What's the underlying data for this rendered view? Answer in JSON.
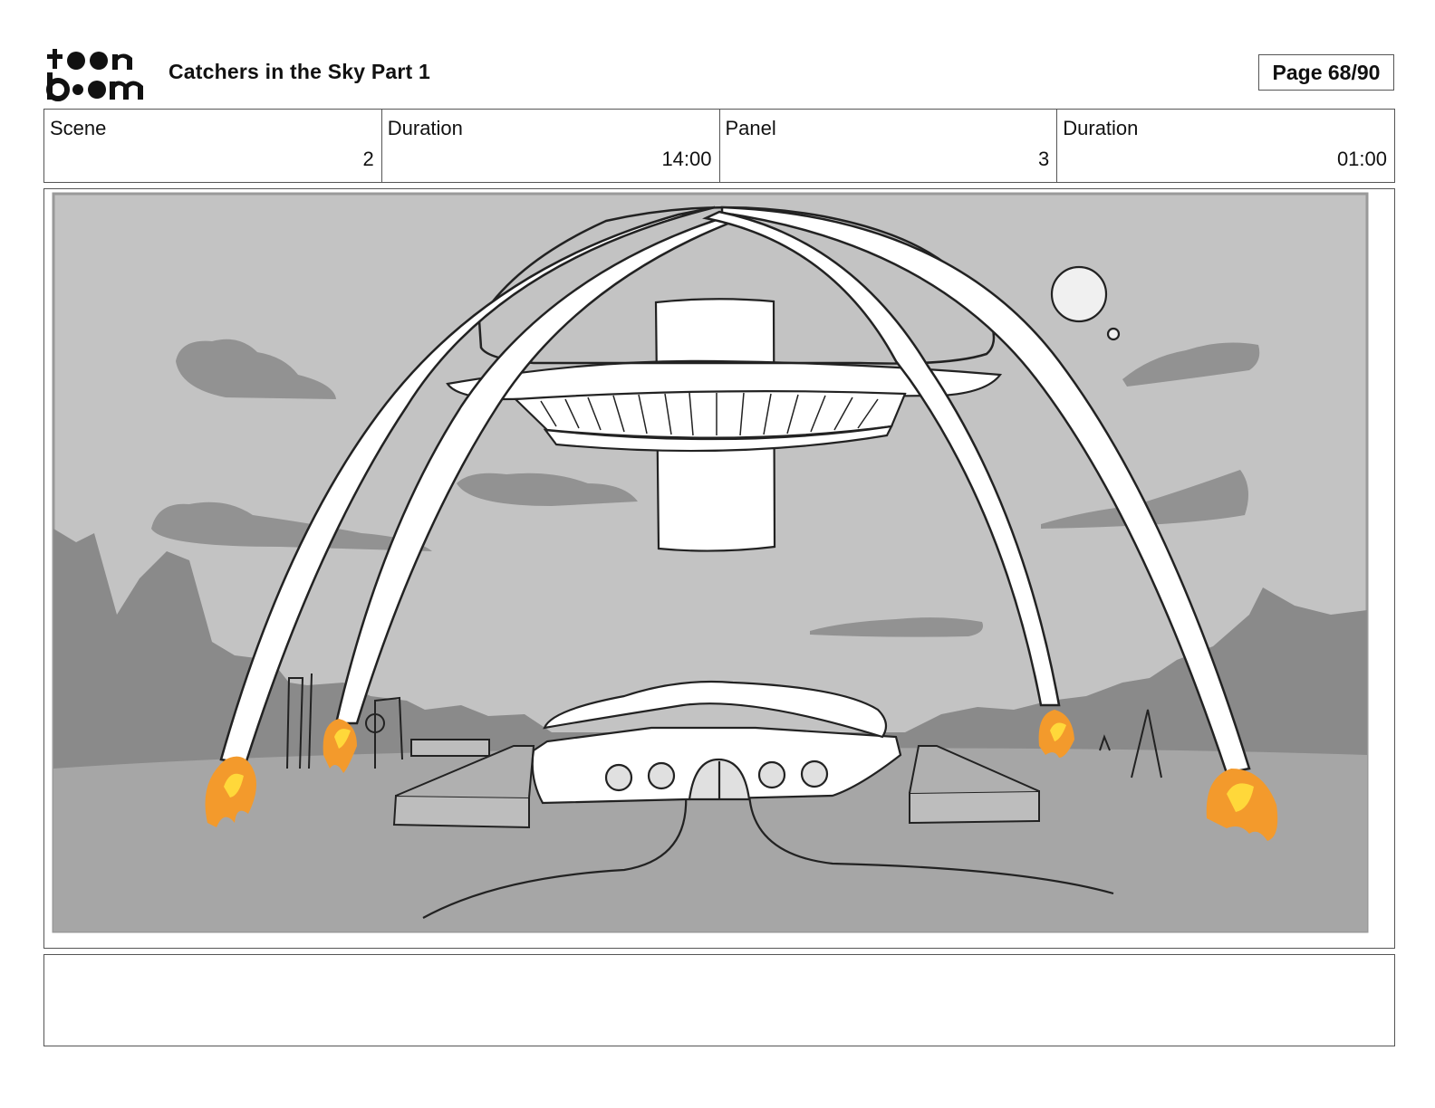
{
  "header": {
    "logo_text_top": "toon",
    "logo_text_bottom": "boom",
    "title": "Catchers in the Sky Part 1",
    "page_label": "Page 68/90"
  },
  "info": {
    "scene_label": "Scene",
    "scene_value": "2",
    "scene_duration_label": "Duration",
    "scene_duration_value": "14:00",
    "panel_label": "Panel",
    "panel_value": "3",
    "panel_duration_label": "Duration",
    "panel_duration_value": "01:00"
  },
  "panel": {
    "icon": "storyboard-sketch",
    "colors": {
      "sky": "#c3c3c3",
      "mountains": "#8a8a8a",
      "ground": "#a6a6a6",
      "cloud": "#929292",
      "flame": "#f39a2c",
      "flame_core": "#ffd83a"
    }
  },
  "notes": {
    "text": ""
  }
}
